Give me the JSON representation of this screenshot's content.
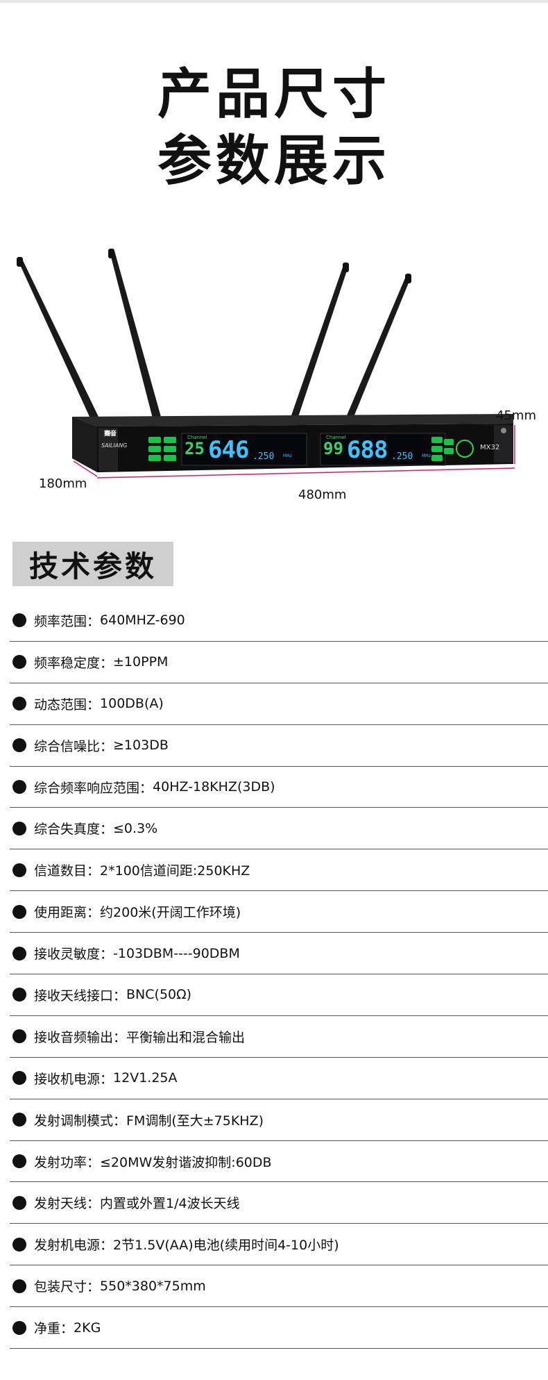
{
  "title": {
    "line1": "产品尺寸",
    "line2": "参数展示"
  },
  "dimensions": {
    "height": "45mm",
    "depth": "180mm",
    "width": "480mm"
  },
  "device": {
    "brand": "赛音",
    "brand_en": "SAILIANG",
    "model": "MX32",
    "left_display": {
      "channel_label": "Channel",
      "channel": "25",
      "freq_main": "646",
      "freq_sub": ".250",
      "unit": "MHz"
    },
    "right_display": {
      "channel_label": "Channel",
      "channel": "99",
      "freq_main": "688",
      "freq_sub": ".250",
      "unit": "MHz"
    }
  },
  "section_title": "技术参数",
  "specs": [
    {
      "label": "频率范围：",
      "value": "640MHZ-690"
    },
    {
      "label": "频率稳定度：",
      "value": "±10PPM"
    },
    {
      "label": "动态范围：",
      "value": "100DB(A)"
    },
    {
      "label": "综合信噪比：",
      "value": "≥103DB"
    },
    {
      "label": "综合频率响应范围：",
      "value": "40HZ-18KHZ(3DB)"
    },
    {
      "label": "综合失真度：",
      "value": "≤0.3%"
    },
    {
      "label": "信道数目：",
      "value": "2*100信道间距:250KHZ"
    },
    {
      "label": "使用距离：",
      "value": "约200米(开阔工作环境)"
    },
    {
      "label": "接收灵敏度：",
      "value": "-103DBM----90DBM"
    },
    {
      "label": "接收天线接口：",
      "value": "BNC(50Ω)"
    },
    {
      "label": "接收音频输出：",
      "value": "平衡输出和混合输出"
    },
    {
      "label": "接收机电源：",
      "value": "12V1.25A"
    },
    {
      "label": "发射调制模式：",
      "value": "FM调制(至大±75KHZ)"
    },
    {
      "label": "发射功率：",
      "value": "≤20MW发射谐波抑制:60DB"
    },
    {
      "label": "发射天线：",
      "value": "内置或外置1/4波长天线"
    },
    {
      "label": "发射机电源：",
      "value": "2节1.5V(AA)电池(续用时间4-10小时)"
    },
    {
      "label": "包装尺寸：",
      "value": "550*380*75mm"
    },
    {
      "label": "净重：",
      "value": "2KG"
    }
  ]
}
